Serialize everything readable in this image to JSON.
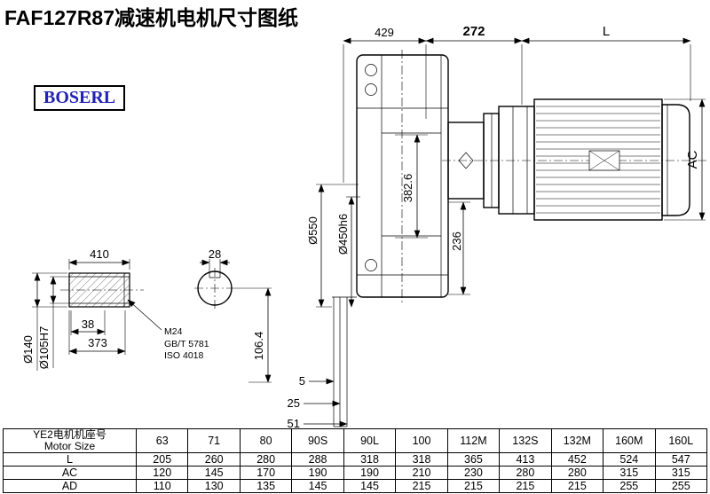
{
  "page": {
    "title": "FAF127R87减速机电机尺寸图纸",
    "logo": "BOSERL"
  },
  "dims": {
    "d429": "429",
    "d272": "272",
    "dL": "L",
    "ac": "AC",
    "d550": "Ø550",
    "d450": "Ø450h6",
    "d382": "382.6",
    "d236": "236",
    "d410": "410",
    "d28": "28",
    "d38": "38",
    "d373": "373",
    "d140": "Ø140",
    "d105": "Ø105H7",
    "m24": "M24",
    "gbt": "GB/T 5781",
    "iso": "ISO 4018",
    "d106": "106.4",
    "d5": "5",
    "d25": "25",
    "d51": "51"
  },
  "table": {
    "corner": {
      "line1": "YE2电机机座号",
      "line2": "Motor Size"
    },
    "columns": [
      "63",
      "71",
      "80",
      "90S",
      "90L",
      "100",
      "112M",
      "132S",
      "132M",
      "160M",
      "160L"
    ],
    "rows": [
      {
        "label": "L",
        "values": [
          "205",
          "260",
          "280",
          "288",
          "318",
          "318",
          "365",
          "413",
          "452",
          "524",
          "547"
        ]
      },
      {
        "label": "AC",
        "values": [
          "120",
          "145",
          "170",
          "190",
          "190",
          "210",
          "230",
          "280",
          "280",
          "315",
          "315"
        ]
      },
      {
        "label": "AD",
        "values": [
          "110",
          "130",
          "135",
          "145",
          "145",
          "215",
          "215",
          "215",
          "215",
          "255",
          "255"
        ]
      }
    ]
  }
}
